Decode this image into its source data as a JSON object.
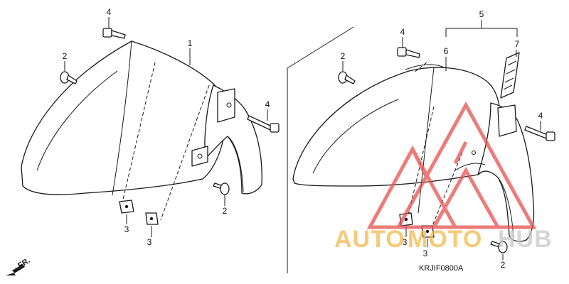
{
  "diagram": {
    "left_callouts": {
      "fender": "1",
      "screw_top": "2",
      "screw_bottom": "2",
      "clip_a": "3",
      "clip_b": "3",
      "bolt_top": "4",
      "bolt_right": "4"
    },
    "right_callouts": {
      "screw_left": "2",
      "screw_bottom": "2",
      "clip_a": "3",
      "clip_b": "3",
      "bolt_top": "4",
      "bolt_right": "4",
      "assembly": "5",
      "fender": "6",
      "reflector": "7"
    },
    "direction_label": "FR.",
    "diagram_code": "KRJIF0800A"
  },
  "watermark": {
    "text_left": "AUTO",
    "text_mid": "MOTO",
    "text_right": "HUB",
    "color_orange": "#f3b94a",
    "color_red": "#e85050",
    "color_gray": "#c9c9c9"
  }
}
